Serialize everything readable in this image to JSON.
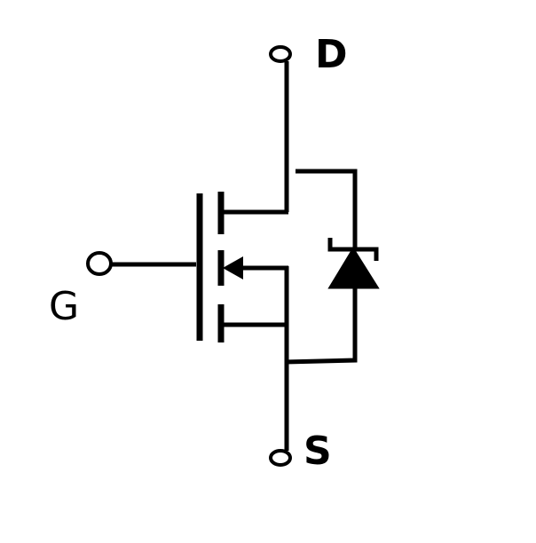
{
  "diagram": {
    "labels": {
      "drain": "D",
      "gate": "G",
      "source": "S"
    },
    "colors": {
      "line": "#000000",
      "background": "#ffffff"
    },
    "icons": {
      "diode": "zener-diode-icon",
      "arrow": "channel-arrow-icon"
    }
  }
}
